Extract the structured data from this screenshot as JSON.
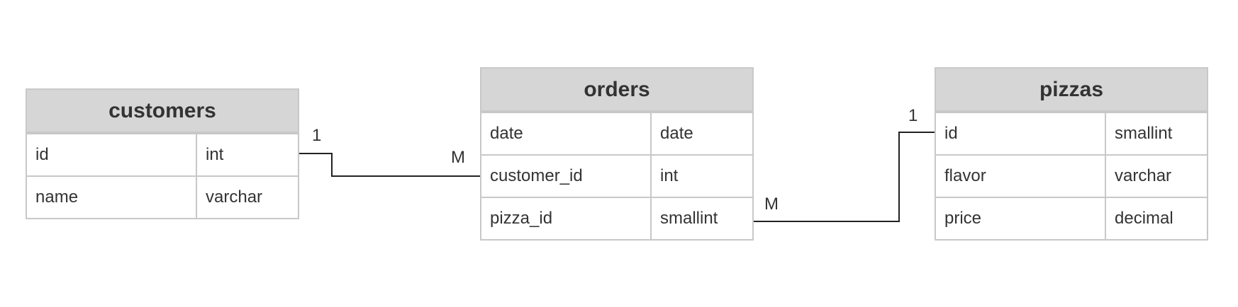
{
  "tables": {
    "customers": {
      "title": "customers",
      "rows": [
        {
          "name": "id",
          "type": "int"
        },
        {
          "name": "name",
          "type": "varchar"
        }
      ]
    },
    "orders": {
      "title": "orders",
      "rows": [
        {
          "name": "date",
          "type": "date"
        },
        {
          "name": "customer_id",
          "type": "int"
        },
        {
          "name": "pizza_id",
          "type": "smallint"
        }
      ]
    },
    "pizzas": {
      "title": "pizzas",
      "rows": [
        {
          "name": "id",
          "type": "smallint"
        },
        {
          "name": "flavor",
          "type": "varchar"
        },
        {
          "name": "price",
          "type": "decimal"
        }
      ]
    }
  },
  "relationships": [
    {
      "from": "customers.id",
      "to": "orders.customer_id",
      "from_cardinality": "1",
      "to_cardinality": "M"
    },
    {
      "from": "orders.pizza_id",
      "to": "pizzas.id",
      "from_cardinality": "M",
      "to_cardinality": "1"
    }
  ],
  "colors": {
    "header_bg": "#d6d6d6",
    "border": "#c8c8c8",
    "text": "#333333",
    "line": "#222222"
  }
}
